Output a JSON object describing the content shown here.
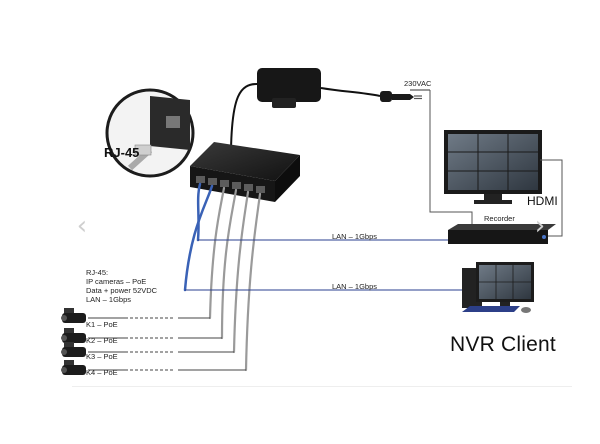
{
  "diagram": {
    "power_label": "230VAC",
    "hdmi_label": "HDMI",
    "recorder_label": "Recorder",
    "lan_label_1": "LAN – 1Gbps",
    "lan_label_2": "LAN – 1Gbps",
    "rj45_callout": "RJ-45",
    "legend_lines": [
      "RJ-45:",
      "IP cameras – PoE",
      "Data + power 52VDC",
      "LAN – 1Gbps"
    ],
    "cameras": [
      "K1 – PoE",
      "K2 – PoE",
      "K3 – PoE",
      "K4 – PoE"
    ],
    "nvr_client_label": "NVR Client"
  },
  "carousel": {
    "prev_icon": "chevron-left-icon",
    "next_icon": "chevron-right-icon"
  },
  "colors": {
    "lan_line": "#2a3f8f",
    "cable_blue": "#3a62b6",
    "cable_gray": "#9a9a9a",
    "device": "#1b1b1b"
  }
}
